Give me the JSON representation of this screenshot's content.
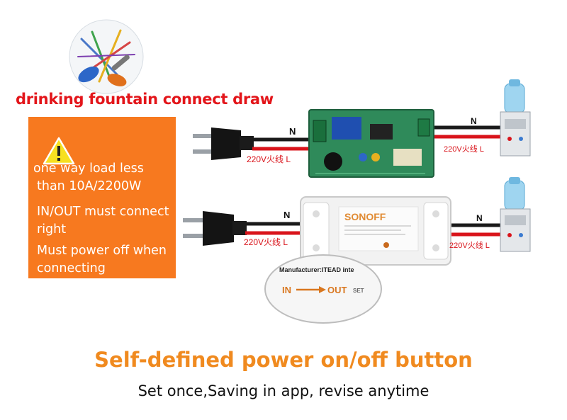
{
  "title": "drinking fountain connect draw",
  "warning": {
    "icon": "warning-icon",
    "lines": [
      "one way load less",
      "than 10A/2200W",
      "IN/OUT must connect",
      "right",
      "Must power off when",
      "connecting"
    ]
  },
  "wiring": {
    "neutral_label": "N",
    "live_label": "220V火线 L",
    "device_brand": "SONOFF",
    "device_label_line": "Manufacturer:ITEAD inte",
    "in_label": "IN",
    "out_label": "OUT",
    "set_label": "SET"
  },
  "footer": {
    "headline": "Self-defined power on/off button",
    "subline": "Set once,Saving in app, revise anytime"
  },
  "colors": {
    "title_red": "#e3151a",
    "warning_orange": "#f7791f",
    "headline_orange": "#f08a1f",
    "wire_red": "#d9141b",
    "wire_black": "#1a1a1a",
    "pcb_green": "#2f8a5a"
  }
}
